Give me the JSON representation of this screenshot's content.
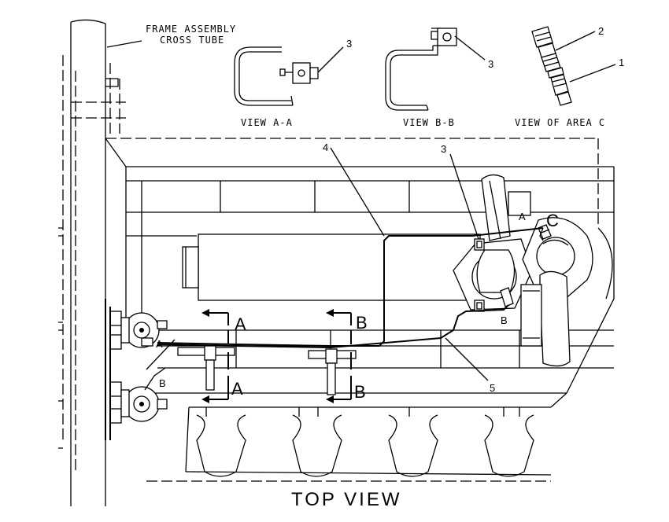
{
  "labels": {
    "frame_line1": "FRAME ASSEMBLY",
    "frame_line2": "CROSS TUBE",
    "view_aa": "VIEW A-A",
    "view_bb": "VIEW B-B",
    "view_c": "VIEW OF AREA C",
    "top_view": "TOP VIEW"
  },
  "callouts": {
    "c1": "1",
    "c2": "2",
    "c3_view_a": "3",
    "c3_view_b": "3",
    "c3_main": "3",
    "c4": "4",
    "c5": "5"
  },
  "section_marks": {
    "a_top": "A",
    "a_bottom": "A",
    "b_top": "B",
    "b_bottom": "B",
    "area_c": "C",
    "small_a_right": "A",
    "small_b_right": "B",
    "small_a_left": "A",
    "small_b_left": "B"
  }
}
